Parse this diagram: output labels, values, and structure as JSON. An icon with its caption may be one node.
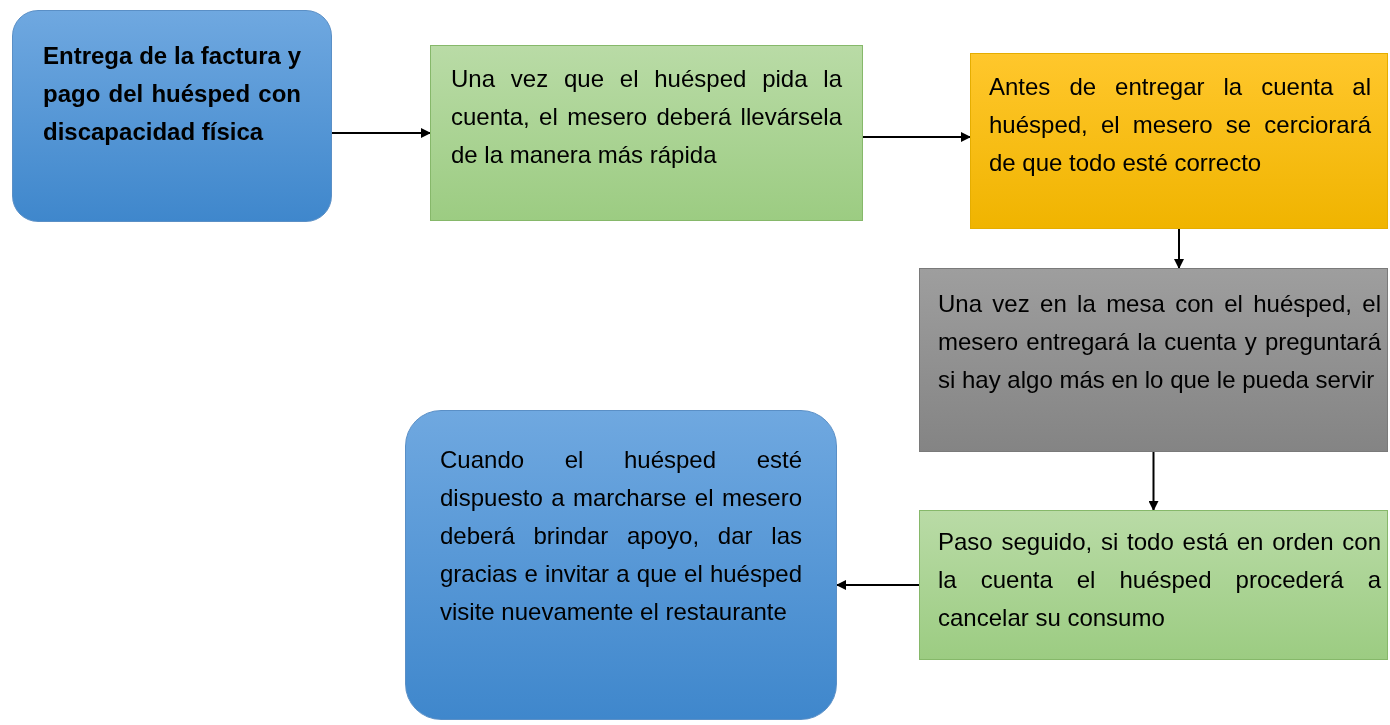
{
  "diagram": {
    "nodes": [
      {
        "text": [
          "Entrega de la factura y pago del huésped con discapacidad física"
        ]
      },
      {
        "text": [
          "Una vez que el huésped pida la cuenta, el mesero deberá llevársela de la manera más rápida"
        ]
      },
      {
        "text": [
          "Antes de entregar la cuenta al huésped, el mesero se cerciorará de que todo esté correcto"
        ]
      },
      {
        "text": [
          "Una vez en la mesa con el huésped, el mesero entregará la cuenta y preguntará si hay algo más en lo que le pueda servir"
        ]
      },
      {
        "text": [
          "Paso seguido, si todo está en orden con la cuenta el huésped procederá a cancelar su consumo"
        ]
      },
      {
        "text": [
          "Cuando el huésped esté dispuesto a marcharse el mesero deberá brindar apoyo, dar las gracias e invitar a que el huésped visite nuevamente el restaurante"
        ]
      }
    ],
    "edges": [
      {
        "from": 0,
        "to": 1,
        "arrow": "to"
      },
      {
        "from": 1,
        "to": 2,
        "arrow": "to"
      },
      {
        "from": 2,
        "to": 3,
        "arrow": "to"
      },
      {
        "from": 3,
        "to": 4,
        "arrow": "to"
      },
      {
        "from": 4,
        "to": 5,
        "arrow": "to"
      }
    ]
  }
}
